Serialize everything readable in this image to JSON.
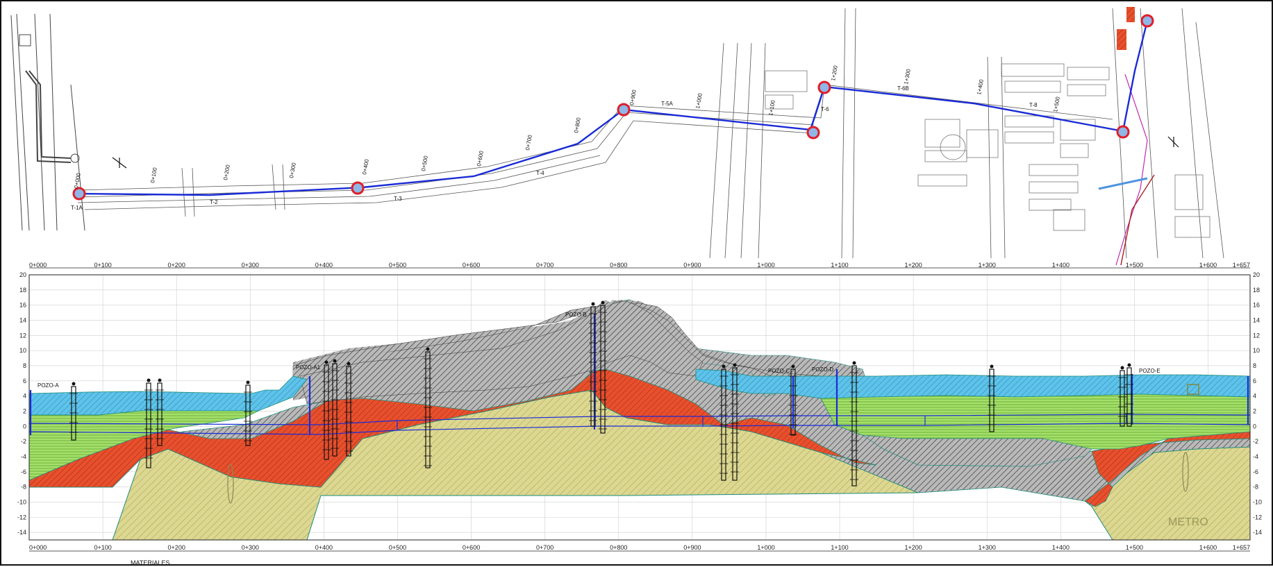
{
  "plan": {
    "route_color": "#1a2bd6",
    "station_color": "#e01f2a",
    "station_labels": [
      "0+000",
      "0+100",
      "0+200",
      "0+300",
      "0+400",
      "0+500",
      "0+600",
      "0+700",
      "0+800",
      "0+900",
      "1+000",
      "1+100",
      "1+200",
      "1+300",
      "1+400",
      "1+500"
    ],
    "segment_labels": [
      "T-1A",
      "T-2",
      "T-3",
      "T-4",
      "T-5A",
      "T-6",
      "T-6B",
      "T-8"
    ]
  },
  "profile": {
    "top_ticks": [
      "0+000",
      "0+100",
      "0+200",
      "0+300",
      "0+400",
      "0+500",
      "0+600",
      "0+700",
      "0+800",
      "0+900",
      "1+000",
      "1+100",
      "1+200",
      "1+300",
      "1+400",
      "1+500",
      "1+600",
      "1+657"
    ],
    "bottom_ticks": [
      "0+000",
      "0+100",
      "0+200",
      "0+300",
      "0+400",
      "0+500",
      "0+600",
      "0+700",
      "0+800",
      "0+900",
      "1+000",
      "1+100",
      "1+200",
      "1+300",
      "1+400",
      "1+500",
      "1+600",
      "1+657"
    ],
    "y_ticks": [
      "20",
      "18",
      "16",
      "14",
      "12",
      "10",
      "8",
      "6",
      "4",
      "2",
      "0",
      "-2",
      "-4",
      "-6",
      "-8",
      "-10",
      "-12",
      "-14"
    ],
    "wells": [
      "POZO-A",
      "POZO-A1",
      "POZO-B",
      "POZO-C",
      "POZO-D",
      "POZO-E"
    ],
    "metro_label": "METRO",
    "materials_label": "MATERIALES",
    "colors": {
      "fill_blue": "#5ec3ea",
      "fill_green": "#9be05a",
      "fill_red": "#e8502d",
      "fill_khaki": "#d8d48a",
      "fill_gray": "#a8a8a8"
    }
  }
}
